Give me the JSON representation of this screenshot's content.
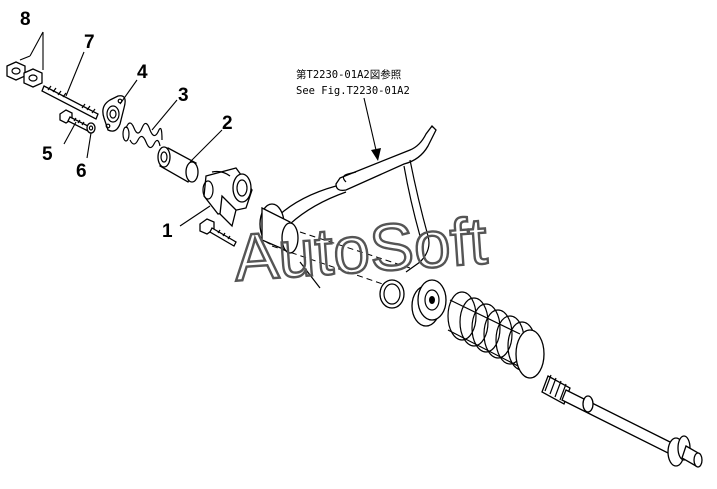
{
  "reference_note": {
    "jp": "第T2230-01A2図参照",
    "en": "See Fig.T2230-01A2"
  },
  "watermark": "AutoSoft",
  "callouts": [
    {
      "id": "8",
      "label": "8"
    },
    {
      "id": "7",
      "label": "7"
    },
    {
      "id": "4",
      "label": "4"
    },
    {
      "id": "3",
      "label": "3"
    },
    {
      "id": "2",
      "label": "2"
    },
    {
      "id": "5",
      "label": "5"
    },
    {
      "id": "6",
      "label": "6"
    },
    {
      "id": "1",
      "label": "1"
    }
  ]
}
